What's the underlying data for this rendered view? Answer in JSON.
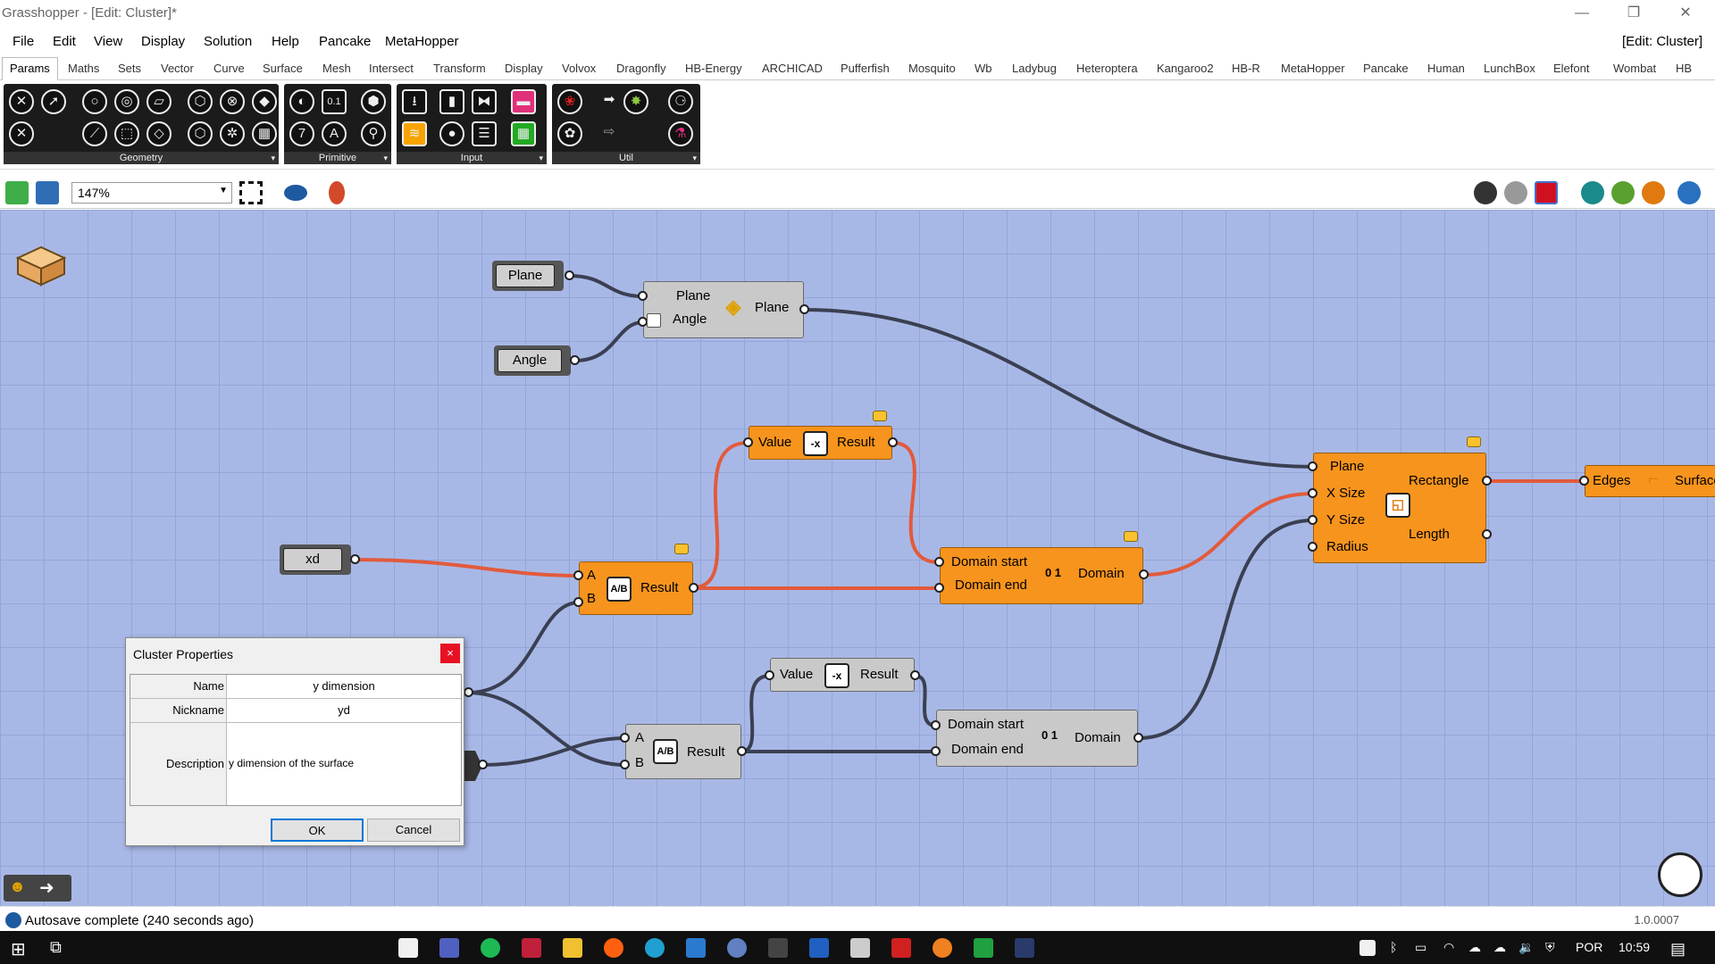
{
  "window": {
    "title": "Grasshopper - [Edit: Cluster]*",
    "minimize": "—",
    "restore": "❐",
    "close": "✕"
  },
  "menu": {
    "items": [
      "File",
      "Edit",
      "View",
      "Display",
      "Solution",
      "Help",
      "Pancake",
      "MetaHopper"
    ],
    "edit_label": "[Edit: Cluster]"
  },
  "tabs": [
    "Params",
    "Maths",
    "Sets",
    "Vector",
    "Curve",
    "Surface",
    "Mesh",
    "Intersect",
    "Transform",
    "Display",
    "Volvox",
    "Dragonfly",
    "HB-Energy",
    "ARCHICAD",
    "Pufferfish",
    "Mosquito",
    "Wb",
    "Ladybug",
    "Heteroptera",
    "Kangaroo2",
    "HB-R",
    "MetaHopper",
    "Pancake",
    "Human",
    "LunchBox",
    "Elefont",
    "Wombat",
    "HB"
  ],
  "ribbon": {
    "groups": [
      "Geometry",
      "Primitive",
      "Input",
      "Util"
    ],
    "primitive_glyphs": [
      "0.1",
      "7",
      "A"
    ]
  },
  "toolbar": {
    "zoom": "147%"
  },
  "canvas": {
    "params": {
      "plane": "Plane",
      "angle": "Angle",
      "xd": "xd"
    },
    "rotate": {
      "in1": "Plane",
      "in2": "Angle",
      "out": "Plane"
    },
    "negative_top": {
      "in": "Value",
      "out": "Result",
      "glyph": "-x"
    },
    "divide_top": {
      "a": "A",
      "b": "B",
      "out": "Result",
      "glyph": "A/B"
    },
    "construct_domain_top": {
      "in1": "Domain start",
      "in2": "Domain end",
      "out": "Domain",
      "glyph": "0 1"
    },
    "rectangle": {
      "in1": "Plane",
      "in2": "X Size",
      "in3": "Y Size",
      "in4": "Radius",
      "out1": "Rectangle",
      "out2": "Length"
    },
    "boundary": {
      "in": "Edges",
      "out": "Surface"
    },
    "negative_bottom": {
      "in": "Value",
      "out": "Result",
      "glyph": "-x"
    },
    "divide_bottom": {
      "a": "A",
      "b": "B",
      "out": "Result",
      "glyph": "A/B"
    },
    "construct_domain_bottom": {
      "in1": "Domain start",
      "in2": "Domain end",
      "out": "Domain",
      "glyph": "0 1"
    }
  },
  "dialog": {
    "title": "Cluster Properties",
    "close": "×",
    "name_label": "Name",
    "name_value": "y dimension",
    "nickname_label": "Nickname",
    "nickname_value": "yd",
    "description_label": "Description",
    "description_value": "y dimension of the surface",
    "ok": "OK",
    "cancel": "Cancel"
  },
  "status": {
    "text": "Autosave complete (240 seconds ago)",
    "version": "1.0.0007"
  },
  "taskbar": {
    "lang": "POR",
    "time": "10:59"
  },
  "colors": {
    "canvas": "#a8b8e6",
    "component_selected": "#f7941d",
    "component_normal": "#c9c9c9",
    "wire_selected": "#e25a3c",
    "wire_normal": "#3a4052"
  }
}
